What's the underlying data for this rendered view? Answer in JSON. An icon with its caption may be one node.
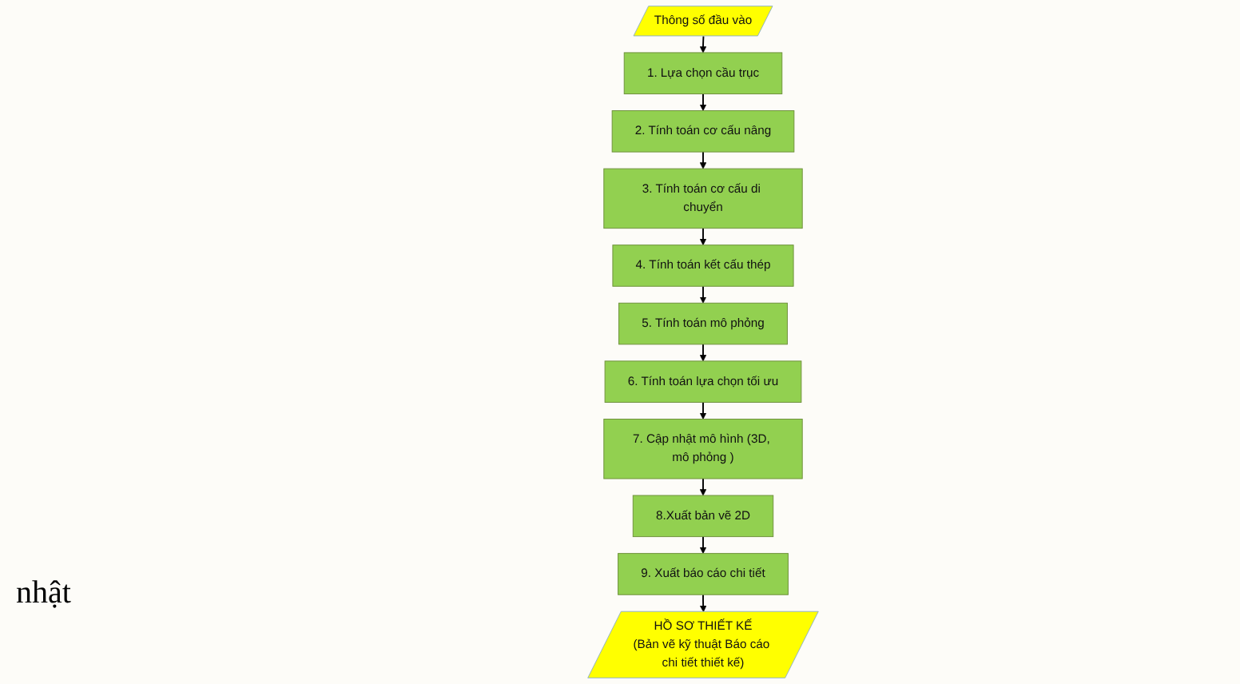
{
  "diagram": {
    "nodes": [
      {
        "text": [
          "Thông số đầu vào"
        ]
      },
      {
        "text": [
          "1. Lựa chọn cầu trục"
        ]
      },
      {
        "text": [
          "2. Tính toán cơ cấu nâng"
        ]
      },
      {
        "text": [
          "3. Tính toán cơ cấu di chuyển"
        ]
      },
      {
        "text": [
          "4. Tính toán kết cấu thép"
        ]
      },
      {
        "text": [
          "5. Tính toán mô phỏng"
        ]
      },
      {
        "text": [
          "6. Tính toán lựa chọn tối ưu"
        ]
      },
      {
        "text": [
          "7. Cập nhật mô hình (3D, mô phỏng )"
        ]
      },
      {
        "text": [
          "8.Xuất bản vẽ 2D"
        ]
      },
      {
        "text": [
          "9. Xuất báo cáo chi tiết"
        ]
      },
      {
        "text": [
          "HỒ SƠ THIẾT KẾ",
          "(Bản vẽ kỹ thuật Báo cáo chi tiết thiết kế)"
        ]
      }
    ],
    "edges": [
      {
        "from": 0,
        "to": 1,
        "arrow": "to"
      },
      {
        "from": 1,
        "to": 2,
        "arrow": "to"
      },
      {
        "from": 2,
        "to": 3,
        "arrow": "to"
      },
      {
        "from": 3,
        "to": 4,
        "arrow": "to"
      },
      {
        "from": 4,
        "to": 5,
        "arrow": "to"
      },
      {
        "from": 5,
        "to": 6,
        "arrow": "to"
      },
      {
        "from": 6,
        "to": 7,
        "arrow": "to"
      },
      {
        "from": 7,
        "to": 8,
        "arrow": "to"
      },
      {
        "from": 8,
        "to": 9,
        "arrow": "to"
      },
      {
        "from": 9,
        "to": 10,
        "arrow": "to"
      }
    ],
    "labels": [
      "nhật"
    ]
  }
}
